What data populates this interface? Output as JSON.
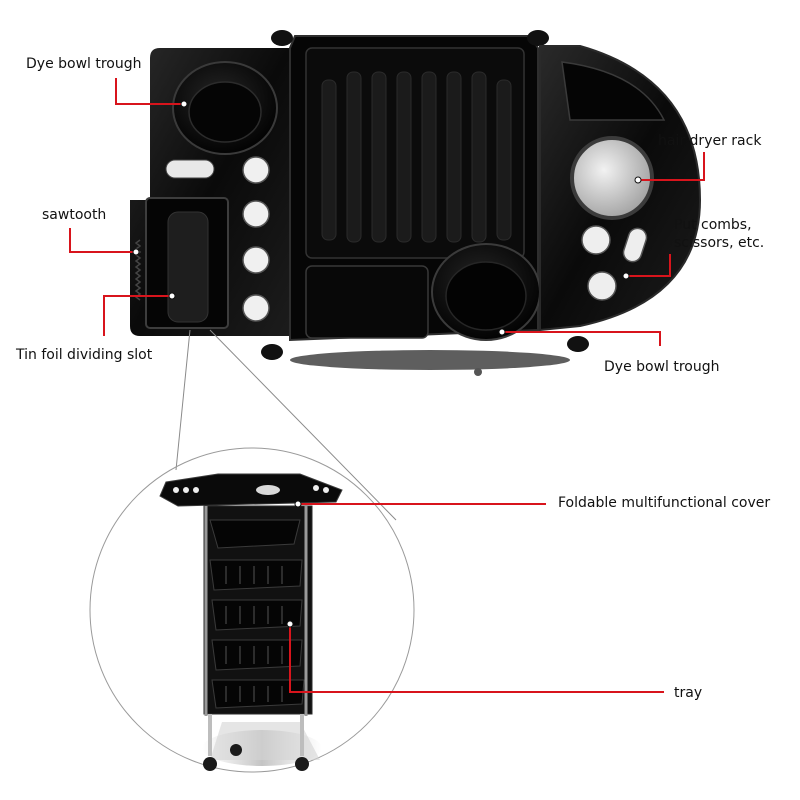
{
  "labels": {
    "dye_bowl_trough_top": "Dye bowl trough",
    "sawtooth": "sawtooth",
    "tin_foil_dividing_slot": "Tin foil dividing slot",
    "hair_dryer_rack": "hair dryer rack",
    "put_combs": "Put combs,\nscissors, etc.",
    "dye_bowl_trough_bottom": "Dye bowl trough",
    "foldable_cover": "Foldable multifunctional cover",
    "tray": "tray"
  },
  "colors": {
    "callout": "#d8141c",
    "product": "#0a0a0a",
    "background": "#ffffff"
  }
}
